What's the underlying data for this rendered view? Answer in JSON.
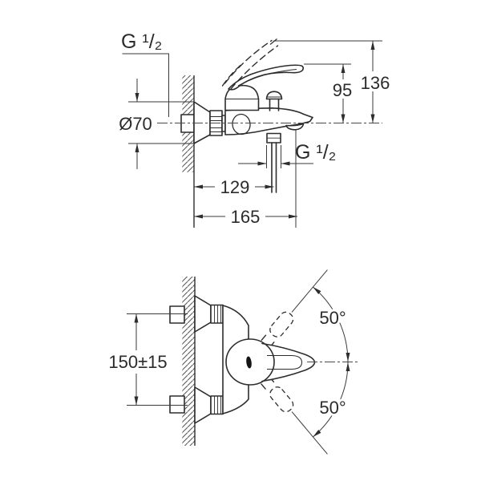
{
  "diagram": {
    "type": "technical-drawing",
    "subject": "wall-mounted single-lever bath mixer, front elevation and plan view",
    "colors": {
      "line": "#2d2d2d",
      "dimension": "#3a3a3a",
      "background": "#ffffff"
    },
    "front_view": {
      "inlet_thread_label": "G ¹/₂",
      "escutcheon_diameter_label": "Ø70",
      "height_to_lever_label": "95",
      "height_to_raised_lever_label": "136",
      "outlet_offset_label": "129",
      "spout_projection_label": "165",
      "shower_outlet_thread_label": "G ¹/₂"
    },
    "plan_view": {
      "connection_spacing_label": "150±15",
      "handle_swing_up_label": "50°",
      "handle_swing_down_label": "50°"
    }
  }
}
